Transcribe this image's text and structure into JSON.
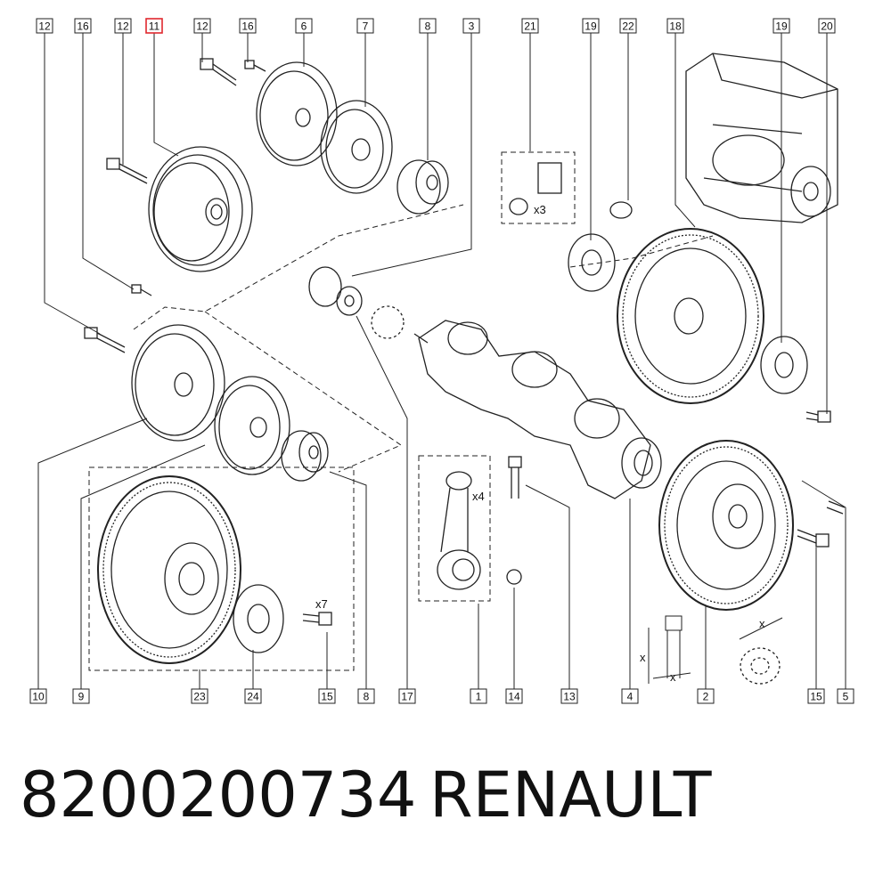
{
  "diagram": {
    "top_callouts": [
      "12",
      "16",
      "12",
      "11",
      "12",
      "16",
      "6",
      "7",
      "8",
      "3",
      "21",
      "19",
      "22",
      "18",
      "19",
      "20"
    ],
    "bottom_callouts": [
      "10",
      "9",
      "23",
      "24",
      "15",
      "8",
      "17",
      "1",
      "14",
      "13",
      "4",
      "2",
      "15",
      "5"
    ],
    "highlighted_callout": "11",
    "highlight_color": "#e0282e",
    "annotations": {
      "bolt_qty": "x7",
      "rod_qty": "x4",
      "nut_qty": "x3",
      "dim_x": "x",
      "dim_x2": "x",
      "dim_x3": "x"
    }
  },
  "caption": {
    "part_number": "8200200734",
    "brand": "RENAULT"
  }
}
